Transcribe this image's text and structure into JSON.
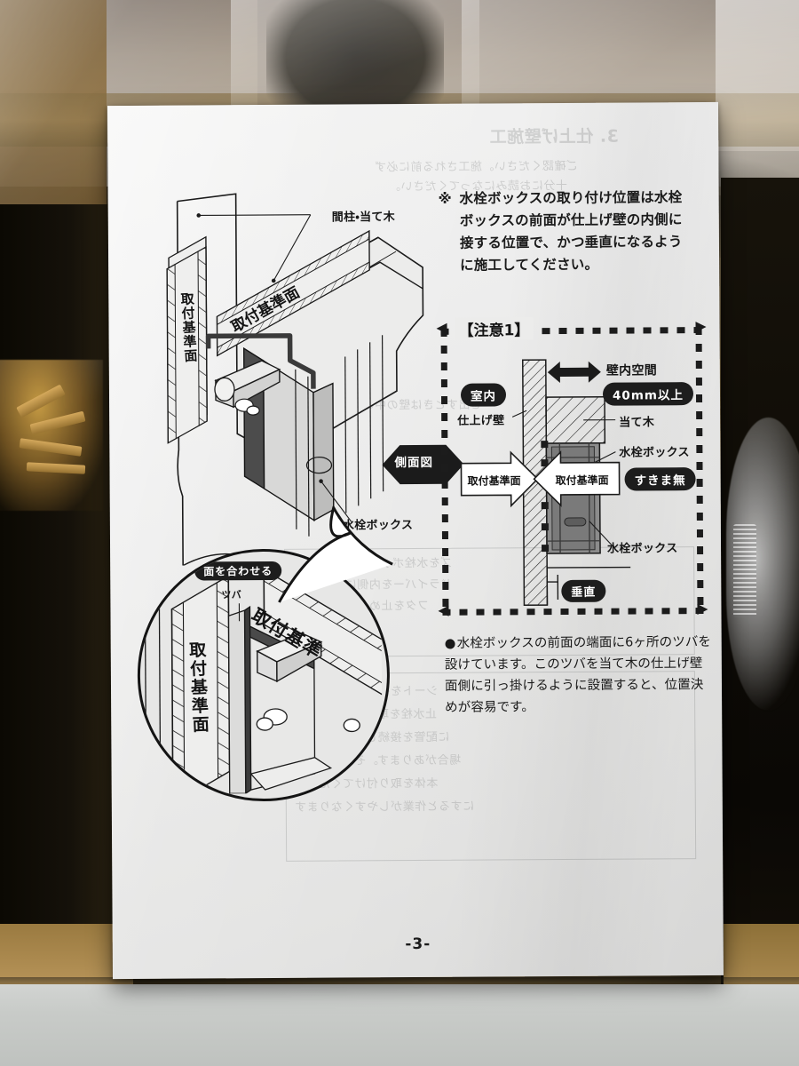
{
  "scene": {
    "description": "photo-of-printed-manual-page-in-product-box",
    "page_number": "-3-"
  },
  "page": {
    "note": {
      "mark": "※",
      "lines": [
        "水栓ボックスの取り付け位置は水栓",
        "ボックスの前面が仕上げ壁の内側に",
        "接する位置で、かつ垂直になるよう",
        "に施工してください。"
      ],
      "text": "※ 水栓ボックスの取り付け位置は水栓ボックスの前面が仕上げ壁の内側に接する位置で、かつ垂直になるように施工してください。"
    },
    "main_diagram": {
      "labels": {
        "mabashira": "間柱・当て木",
        "mounting_ref_surface_top": "取付基準面",
        "mounting_ref_surface_left": "取付基準面",
        "faucet_box": "水栓ボックス"
      },
      "side_view_arrow": "側面図"
    },
    "detail_circle": {
      "align_badge": "面を合わせる",
      "flange_label": "ツバ",
      "mounting_ref_surface_left": "取付基準面",
      "mounting_ref_surface_right": "取付基準"
    },
    "caution_box": {
      "title": "【注意1】",
      "badges": {
        "indoor": "室内",
        "wall_cavity": "壁内空間",
        "wall_cavity_dim": "40mm以上",
        "no_gap": "すきま無",
        "vertical": "垂直"
      },
      "labels": {
        "finish_wall": "仕上げ壁",
        "backing_wood": "当て木",
        "faucet_box_upper": "水栓ボックス",
        "faucet_box_lower": "水栓ボックス"
      },
      "arrow_labels": {
        "left": "取付基準面",
        "right": "取付基準面"
      }
    },
    "bullet_note": {
      "dot": "●",
      "lines": [
        "水栓ボックスの前面の端面に6ヶ所のツバを",
        "設けています。このツバを当て木の仕上げ壁",
        "面側に引っ掛けるように設置すると、位置決",
        "めが容易です。"
      ],
      "text": "●水栓ボックスの前面の端面に6ヶ所のツバを設けています。このツバを当て木の仕上げ壁面側に引っ掛けるように設置すると、位置決めが容易です。"
    },
    "show_through": {
      "title": "3. 仕上げ壁施工",
      "note": "裏面からの透け文字"
    }
  },
  "colors": {
    "ink": "#1b1b1b",
    "paper": "#eeeeee",
    "badge_fill": "#1d1d1d",
    "badge_text": "#ffffff",
    "faucet_box_gray": "#828282",
    "cardboard": "#8a7246",
    "table": "#c8cbc8"
  }
}
